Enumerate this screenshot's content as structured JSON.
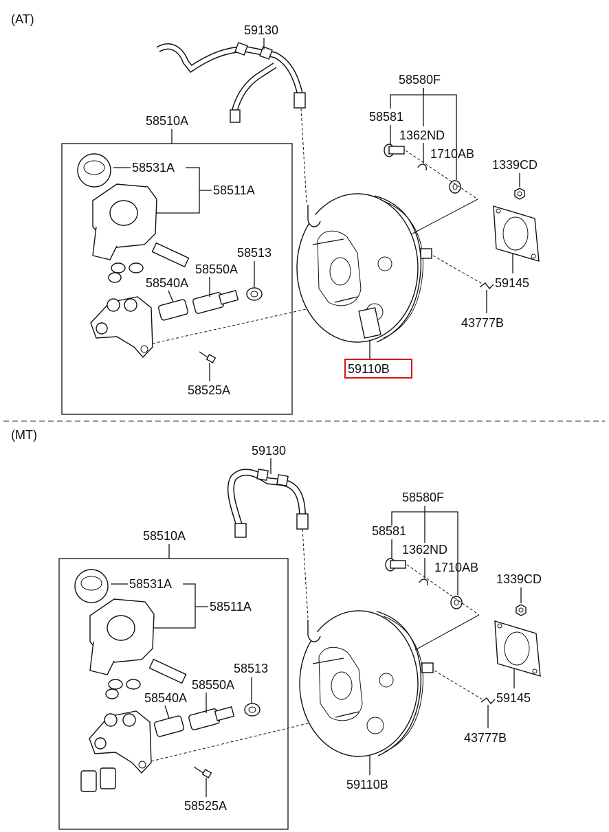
{
  "sections": {
    "at": {
      "title": "(AT)",
      "labels": {
        "hose": "59130",
        "master_cylinder_assy": "58510A",
        "reservoir_cap": "58531A",
        "reservoir": "58511A",
        "grommet": "58550A",
        "seal": "58540A",
        "oring": "58513",
        "bolt": "58525A",
        "clevis_kit": "58580F",
        "clevis_pin": "58581",
        "snap_pin": "1362ND",
        "washer": "1710AB",
        "nut": "1339CD",
        "gasket": "59145",
        "clip": "43777B",
        "booster": "59110B"
      },
      "highlighted": "59110B"
    },
    "mt": {
      "title": "(MT)",
      "labels": {
        "hose": "59130",
        "master_cylinder_assy": "58510A",
        "reservoir_cap": "58531A",
        "reservoir": "58511A",
        "grommet": "58550A",
        "seal": "58540A",
        "oring": "58513",
        "bolt": "58525A",
        "clevis_kit": "58580F",
        "clevis_pin": "58581",
        "snap_pin": "1362ND",
        "washer": "1710AB",
        "nut": "1339CD",
        "gasket": "59145",
        "clip": "43777B",
        "booster": "59110B"
      }
    }
  },
  "colors": {
    "line": "#111111",
    "highlight": "#d11111",
    "background": "#ffffff"
  }
}
